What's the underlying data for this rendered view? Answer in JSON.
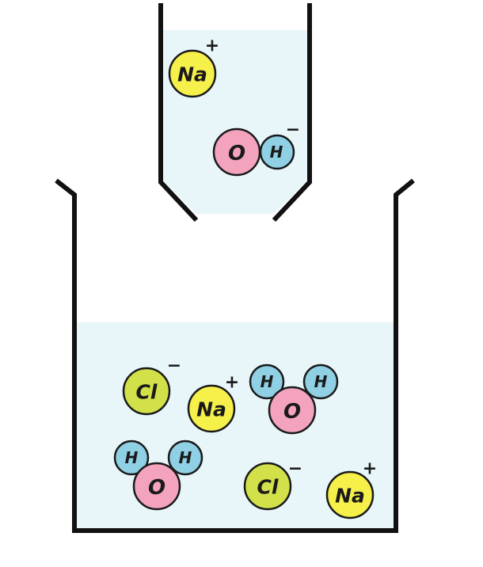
{
  "colors": {
    "liquid": "#e8f6fa",
    "sodium": "#f6f04a",
    "chloride": "#d2e04a",
    "oxygen": "#f3a3bd",
    "hydrogen": "#8fd0e4",
    "outline": "#111111"
  },
  "burette": {
    "sodium_ion": {
      "symbol": "Na",
      "charge": "+"
    },
    "hydroxide_ion": {
      "oxygen_symbol": "O",
      "hydrogen_symbol": "H",
      "charge": "−"
    }
  },
  "beaker": {
    "chloride_ion_1": {
      "symbol": "Cl",
      "charge": "−"
    },
    "sodium_ion_1": {
      "symbol": "Na",
      "charge": "+"
    },
    "water_1": {
      "oxygen_symbol": "O",
      "hydrogen_left": "H",
      "hydrogen_right": "H"
    },
    "water_2": {
      "oxygen_symbol": "O",
      "hydrogen_left": "H",
      "hydrogen_right": "H"
    },
    "chloride_ion_2": {
      "symbol": "Cl",
      "charge": "−"
    },
    "sodium_ion_2": {
      "symbol": "Na",
      "charge": "+"
    }
  }
}
